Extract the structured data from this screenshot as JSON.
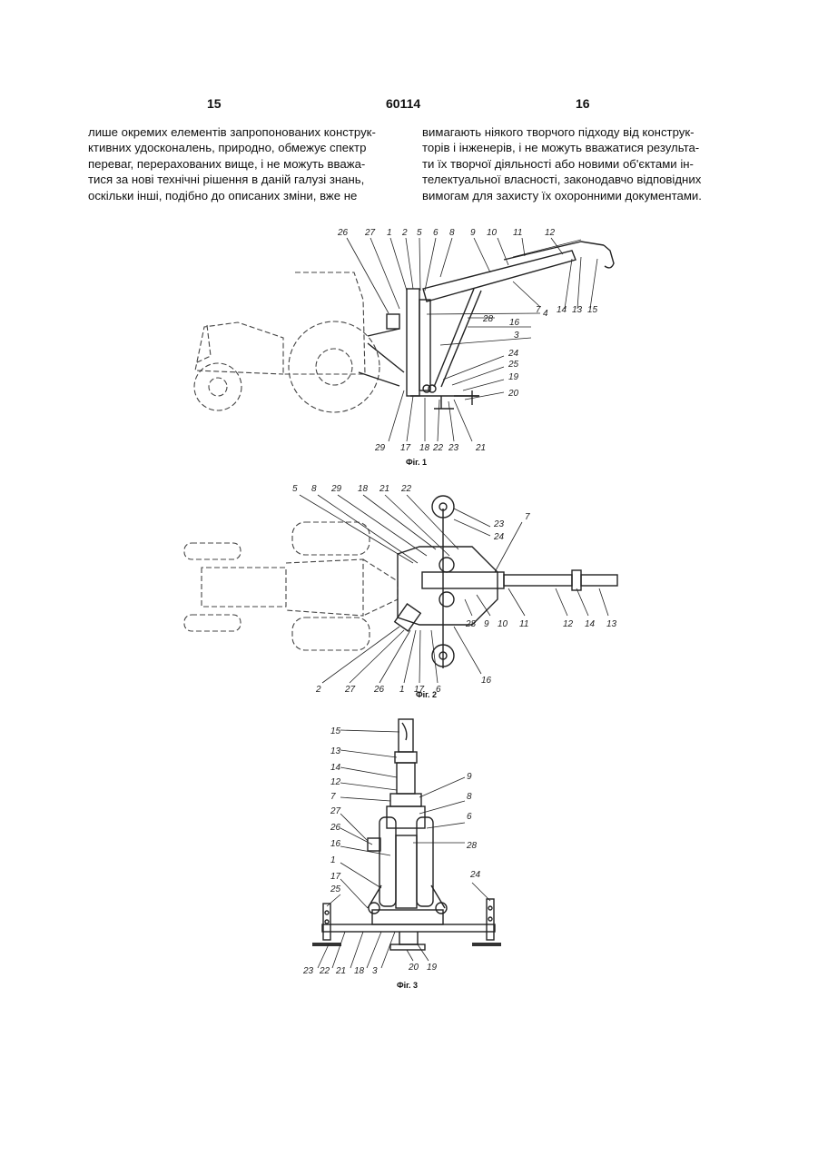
{
  "header": {
    "page_left": "15",
    "patent_number": "60114",
    "page_right": "16"
  },
  "text": {
    "left_lines": [
      "лише окремих елементів запропонованих конструк-",
      "ктивних удосконалень, природно, обмежує спектр",
      "переваг, перерахованих вище, і не можуть вважа-",
      "тися за нові технічні рішення в даній галузі знань,",
      "оскільки інші, подібно до описаних зміни, вже не"
    ],
    "right_lines": [
      "вимагають ніякого творчого підходу від конструк-",
      "торів і інженерів, і не можуть вважатися результа-",
      "ти їх творчої діяльності або новими об'єктами ін-",
      "телектуальної власності, законодавчо відповідних",
      "вимогам для захисту їх охоронними документами."
    ]
  },
  "figures": {
    "fig1": {
      "caption": "Фіг. 1",
      "labels": [
        "26",
        "27",
        "1",
        "2",
        "5",
        "6",
        "8",
        "9",
        "10",
        "11",
        "12",
        "7",
        "4",
        "14",
        "13",
        "15",
        "28",
        "16",
        "3",
        "24",
        "25",
        "19",
        "20",
        "29",
        "17",
        "18",
        "22",
        "23",
        "21"
      ]
    },
    "fig2": {
      "caption": "Фіг. 2",
      "labels": [
        "5",
        "8",
        "29",
        "18",
        "21",
        "22",
        "23",
        "24",
        "7",
        "28",
        "9",
        "10",
        "11",
        "12",
        "14",
        "13",
        "2",
        "27",
        "26",
        "1",
        "17",
        "6",
        "16"
      ]
    },
    "fig3": {
      "caption": "Фіг. 3",
      "labels": [
        "15",
        "13",
        "14",
        "12",
        "9",
        "7",
        "8",
        "6",
        "27",
        "26",
        "28",
        "16",
        "1",
        "17",
        "24",
        "25",
        "23",
        "22",
        "21",
        "18",
        "3",
        "20",
        "19"
      ]
    }
  }
}
